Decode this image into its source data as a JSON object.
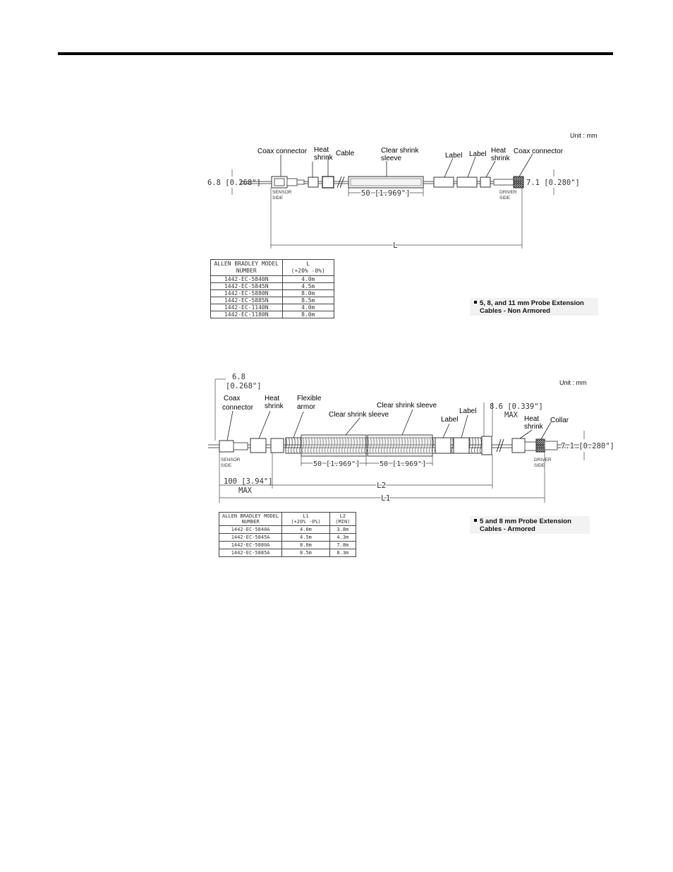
{
  "diagram1": {
    "unit": "Unit : mm",
    "callouts": {
      "coax_left": "Coax connector",
      "heat_left_1": "Heat",
      "heat_left_2": "shrink",
      "cable": "Cable",
      "clear_1": "Clear shrink",
      "clear_2": "sleeve",
      "label_1": "Label",
      "label_2": "Label",
      "heat_right_1": "Heat",
      "heat_right_2": "shrink",
      "coax_right": "Coax connector"
    },
    "dims": {
      "left": "6.8 [0.268\"]",
      "right": "7.1 [0.280\"]",
      "sleeve": "50 [1.969\"]",
      "length": "L"
    },
    "side_labels": {
      "sensor_1": "SENSOR",
      "sensor_2": "SIDE",
      "driver_1": "DRIVER",
      "driver_2": "SIDE"
    },
    "table": {
      "header_col1": "ALLEN BRADLEY MODEL NUMBER",
      "header_col2_1": "L",
      "header_col2_2": "(+20% -0%)",
      "rows": [
        [
          "1442-EC-5840N",
          "4.0m"
        ],
        [
          "1442-EC-5845N",
          "4.5m"
        ],
        [
          "1442-EC-5880N",
          "8.0m"
        ],
        [
          "1442-EC-5885N",
          "8.5m"
        ],
        [
          "1442-EC-1140N",
          "4.0m"
        ],
        [
          "1442-EC-1180N",
          "8.0m"
        ]
      ]
    },
    "caption_1": "5, 8, and 11 mm Probe Extension",
    "caption_2": "Cables - Non Armored"
  },
  "diagram2": {
    "unit": "Unit : mm",
    "callouts": {
      "coax_1": "Coax",
      "coax_2": "connector",
      "heat_left_1": "Heat",
      "heat_left_2": "shrink",
      "flex_1": "Flexible",
      "flex_2": "armor",
      "clear_top": "Clear shrink sleeve",
      "clear_mid": "Clear shrink sleeve",
      "label_1": "Label",
      "label_2": "Label",
      "heat_right_1": "Heat",
      "heat_right_2": "shrink",
      "collar": "Collar"
    },
    "dims": {
      "top_left_1": "6.8",
      "top_left_2": "[0.268\"]",
      "armor_1": "8.6 [0.339\"]",
      "armor_2": "MAX",
      "right": "7.1 [0.280\"]",
      "sleeve_a": "50 [1.969\"]",
      "sleeve_b": "50 [1.969\"]",
      "max_1": "100 [3.94\"]",
      "max_2": "MAX",
      "l2": "L2",
      "l1": "L1"
    },
    "side_labels": {
      "sensor_1": "SENSOR",
      "sensor_2": "SIDE",
      "driver_1": "DRIVER",
      "driver_2": "SIDE"
    },
    "table": {
      "header_col1": "ALLEN BRADLEY MODEL NUMBER",
      "header_col2_1": "L1",
      "header_col2_2": "(+20% -0%)",
      "header_col3_1": "L2",
      "header_col3_2": "(MIN)",
      "rows": [
        [
          "1442-EC-5840A",
          "4.0m",
          "3.8m"
        ],
        [
          "1442-EC-5845A",
          "4.5m",
          "4.3m"
        ],
        [
          "1442-EC-5880A",
          "8.0m",
          "7.8m"
        ],
        [
          "1442-EC-5885A",
          "8.5m",
          "8.3m"
        ]
      ]
    },
    "caption_1": "5 and 8 mm Probe Extension",
    "caption_2": "Cables - Armored"
  }
}
